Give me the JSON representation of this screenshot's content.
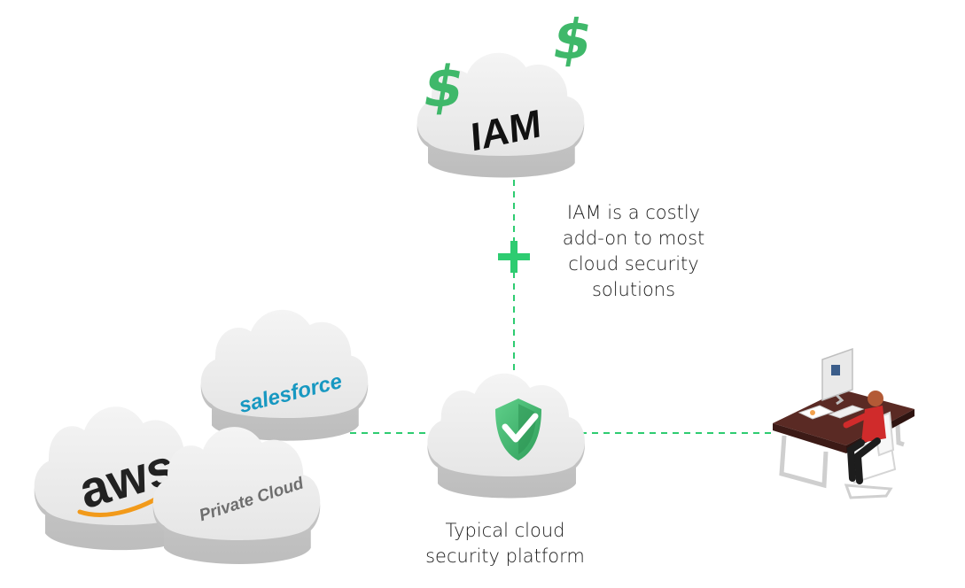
{
  "iam_cloud": {
    "label": "IAM"
  },
  "iam_note": {
    "lines": [
      "IAM is a costly",
      "add-on to most",
      "cloud security",
      "solutions"
    ]
  },
  "platform_note": {
    "lines": [
      "Typical cloud",
      "security platform"
    ]
  },
  "provider_clouds": {
    "aws": "aws",
    "salesforce": "salesforce",
    "private": "Private Cloud"
  },
  "colors": {
    "connector": "#2ecc71",
    "cloud": "#d9d9d9",
    "shield": "#3fb86a",
    "dollar": "#3fb86a",
    "plus": "#2ecc71",
    "aws_arrow": "#f29a1a",
    "salesforce": "#1798c1"
  },
  "icons": [
    "dollar-icon",
    "plus-icon",
    "shield-check-icon",
    "aws-logo",
    "salesforce-logo",
    "user-at-desk-illustration"
  ]
}
